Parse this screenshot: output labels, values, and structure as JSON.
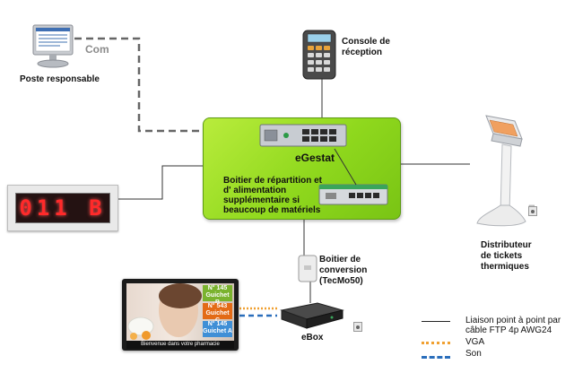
{
  "nodes": {
    "poste": {
      "label": "Poste responsable"
    },
    "console": {
      "label": "Console de réception"
    },
    "hub": {
      "title": "eGestat",
      "description": "Boitier de répartition et d' alimentation supplémentaire si beaucoup de matériels"
    },
    "led": {
      "display": "011 B"
    },
    "distributeur": {
      "label": "Distributeur de tickets thermiques"
    },
    "conversion": {
      "label": "Boitier de conversion (TecMo50)"
    },
    "ebox": {
      "label": "eBox"
    },
    "pharmacy_screen": {
      "counters": [
        {
          "number": "N° 145",
          "desk": "Guichet B",
          "color": "#7ab32e"
        },
        {
          "number": "N° 543",
          "desk": "Guichet C",
          "color": "#e36b16"
        },
        {
          "number": "N° 145",
          "desk": "Guichet A",
          "color": "#3f8fd6"
        }
      ],
      "caption": "Bienvenue dans votre pharmacie"
    }
  },
  "connections": {
    "com_label": "Com"
  },
  "legend": [
    {
      "label": "Liaison point à point par câble FTP 4p AWG24",
      "style": "solid",
      "color": "#222222"
    },
    {
      "label": "VGA",
      "style": "dotted",
      "color": "#f0a030"
    },
    {
      "label": "Son",
      "style": "dashed",
      "color": "#2a6ebb"
    }
  ]
}
